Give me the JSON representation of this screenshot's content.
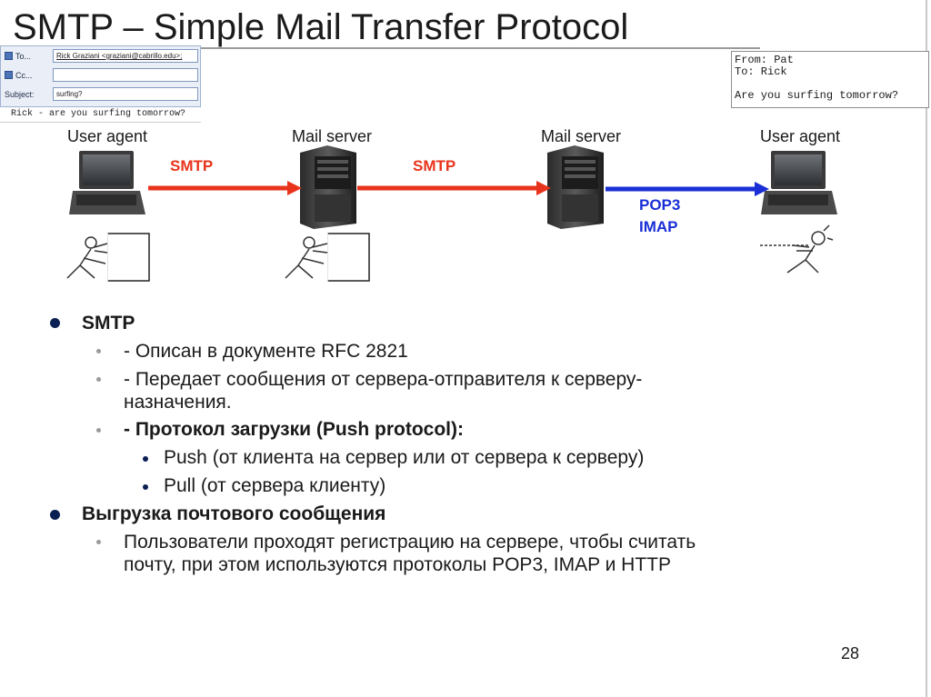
{
  "slide": {
    "title": "SMTP – Simple Mail Transfer Protocol",
    "page_number": "28"
  },
  "email_form": {
    "to_label": "To...",
    "to_value": "Rick Graziani <graziani@cabrillo.edu>;",
    "cc_label": "Cc...",
    "cc_value": "",
    "subject_label": "Subject:",
    "subject_value": "surfing?",
    "message": "Rick - are you surfing tomorrow?"
  },
  "received_message": {
    "from_line": "From: Pat",
    "to_line": "To: Rick",
    "body": "Are you surfing tomorrow?"
  },
  "diagram": {
    "nodes": [
      {
        "label": "User agent"
      },
      {
        "label": "Mail server"
      },
      {
        "label": "Mail server"
      },
      {
        "label": "User agent"
      }
    ],
    "links": [
      {
        "label": "SMTP",
        "color": "#e8341c"
      },
      {
        "label": "SMTP",
        "color": "#e8341c"
      },
      {
        "label_line1": "POP3",
        "label_line2": "IMAP",
        "color": "#1a2fd6"
      }
    ]
  },
  "bullets": {
    "smtp": {
      "heading": "SMTP",
      "items": [
        "- Описан в документе RFC 2821",
        "-  Передает сообщения от сервера-отправителя к серверу-",
        "назначения."
      ],
      "push_heading": "- Протокол загрузки (Push protocol):",
      "push_items": [
        "Push (от клиента на сервер или от сервера к серверу)",
        "Pull  (от сервера клиенту)"
      ]
    },
    "download": {
      "heading": "Выгрузка почтового сообщения",
      "line1": "Пользователи проходят регистрацию на сервере, чтобы считать",
      "line2": "почту, при этом используются протоколы POP3, IMAP и HTTP"
    }
  }
}
